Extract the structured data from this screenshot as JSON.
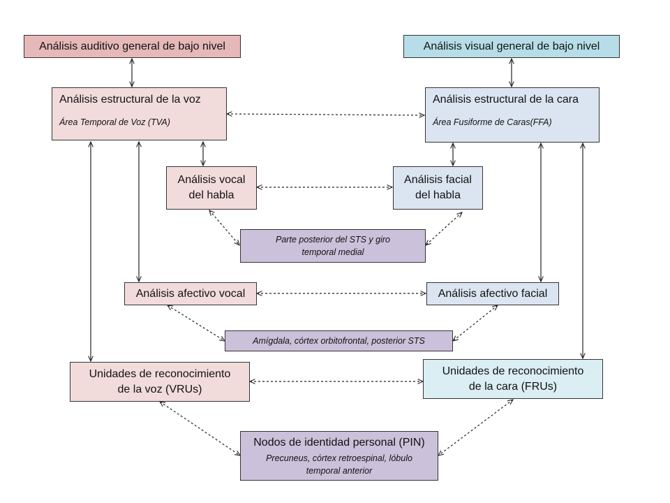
{
  "nodes": {
    "auditory_low": {
      "label": "Análisis auditivo general de bajo nivel"
    },
    "visual_low": {
      "label": "Análisis visual general de bajo nivel"
    },
    "voice_struct": {
      "label": "Análisis estructural de la voz",
      "sub": "Área Temporal de Voz (TVA)"
    },
    "face_struct": {
      "label": "Análisis estructural de la cara",
      "sub": "Área Fusiforme de Caras(FFA)"
    },
    "vocal_speech": {
      "label_line1": "Análisis vocal",
      "label_line2": "del habla"
    },
    "facial_speech": {
      "label_line1": "Análisis facial",
      "label_line2": "del habla"
    },
    "sts": {
      "label_line1": "Parte posterior del STS y giro",
      "label_line2": "temporal  medial"
    },
    "vocal_affect": {
      "label": "Análisis afectivo vocal"
    },
    "facial_affect": {
      "label": "Análisis afectivo facial"
    },
    "amygdala": {
      "label": "Amígdala, córtex orbitofrontal, posterior STS"
    },
    "vru": {
      "label_line1": "Unidades de reconocimiento",
      "label_line2": "de la voz (VRUs)"
    },
    "fru": {
      "label_line1": "Unidades de reconocimiento",
      "label_line2": "de la cara (FRUs)"
    },
    "pin": {
      "label": "Nodos de identidad personal (PIN)",
      "sub_line1": "Precuneus, córtex retroespinal, lóbulo",
      "sub_line2": "temporal anterior"
    }
  },
  "colors": {
    "auditory": "#e6b9b8",
    "voice": "#f2dcdb",
    "visual": "#b7dee8",
    "face": "#dbe5f1",
    "shared": "#ccc1da"
  }
}
